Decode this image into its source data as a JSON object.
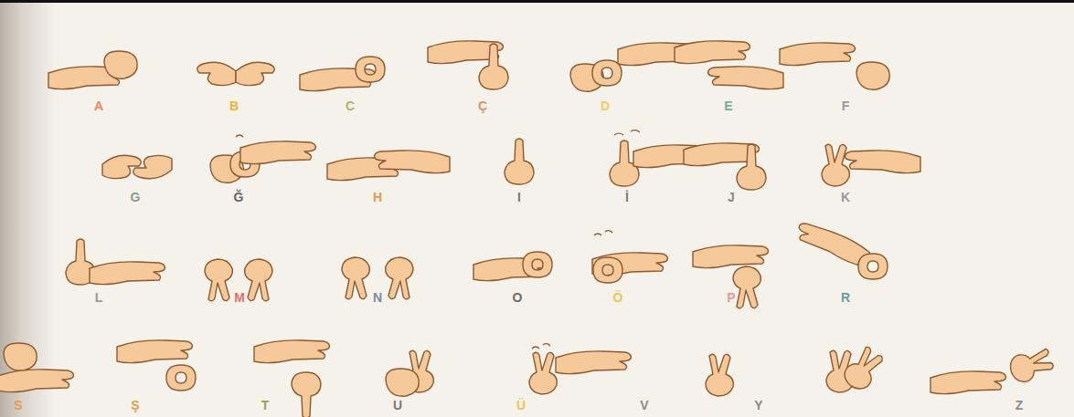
{
  "diagram": {
    "labels": [
      "A",
      "B",
      "C",
      "Ç",
      "D",
      "E",
      "F",
      "G",
      "Ğ",
      "H",
      "I",
      "İ",
      "J",
      "K",
      "L",
      "M",
      "N",
      "O",
      "Ö",
      "P",
      "R",
      "S",
      "Ş",
      "T",
      "U",
      "Ü",
      "V",
      "Y",
      "Z"
    ]
  }
}
